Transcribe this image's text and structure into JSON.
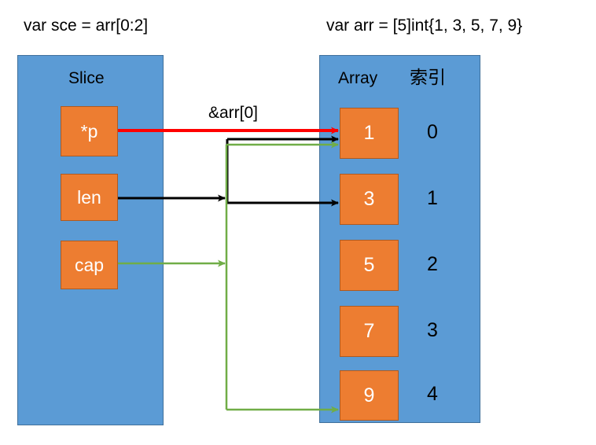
{
  "diagram": {
    "title_left": "var sce = arr[0:2]",
    "title_right": "var arr = [5]int{1, 3, 5, 7, 9}",
    "edge_label": "&arr[0]",
    "colors": {
      "container_fill": "#5B9BD5",
      "container_stroke": "#41719C",
      "cell_fill": "#ED7D31",
      "cell_stroke": "#AE5A21",
      "pointer_arrow": "#FF0000",
      "len_arrow": "#000000",
      "cap_arrow": "#70AD47",
      "background": "#FFFFFF",
      "cell_text": "#FFFFFF",
      "label_text": "#000000"
    }
  },
  "slice": {
    "title": "Slice",
    "fields": [
      {
        "label": "*p"
      },
      {
        "label": "len"
      },
      {
        "label": "cap"
      }
    ]
  },
  "array": {
    "title": "Array",
    "index_header": "索引",
    "cells": [
      {
        "value": "1",
        "index": "0"
      },
      {
        "value": "3",
        "index": "1"
      },
      {
        "value": "5",
        "index": "2"
      },
      {
        "value": "7",
        "index": "3"
      },
      {
        "value": "9",
        "index": "4"
      }
    ]
  }
}
